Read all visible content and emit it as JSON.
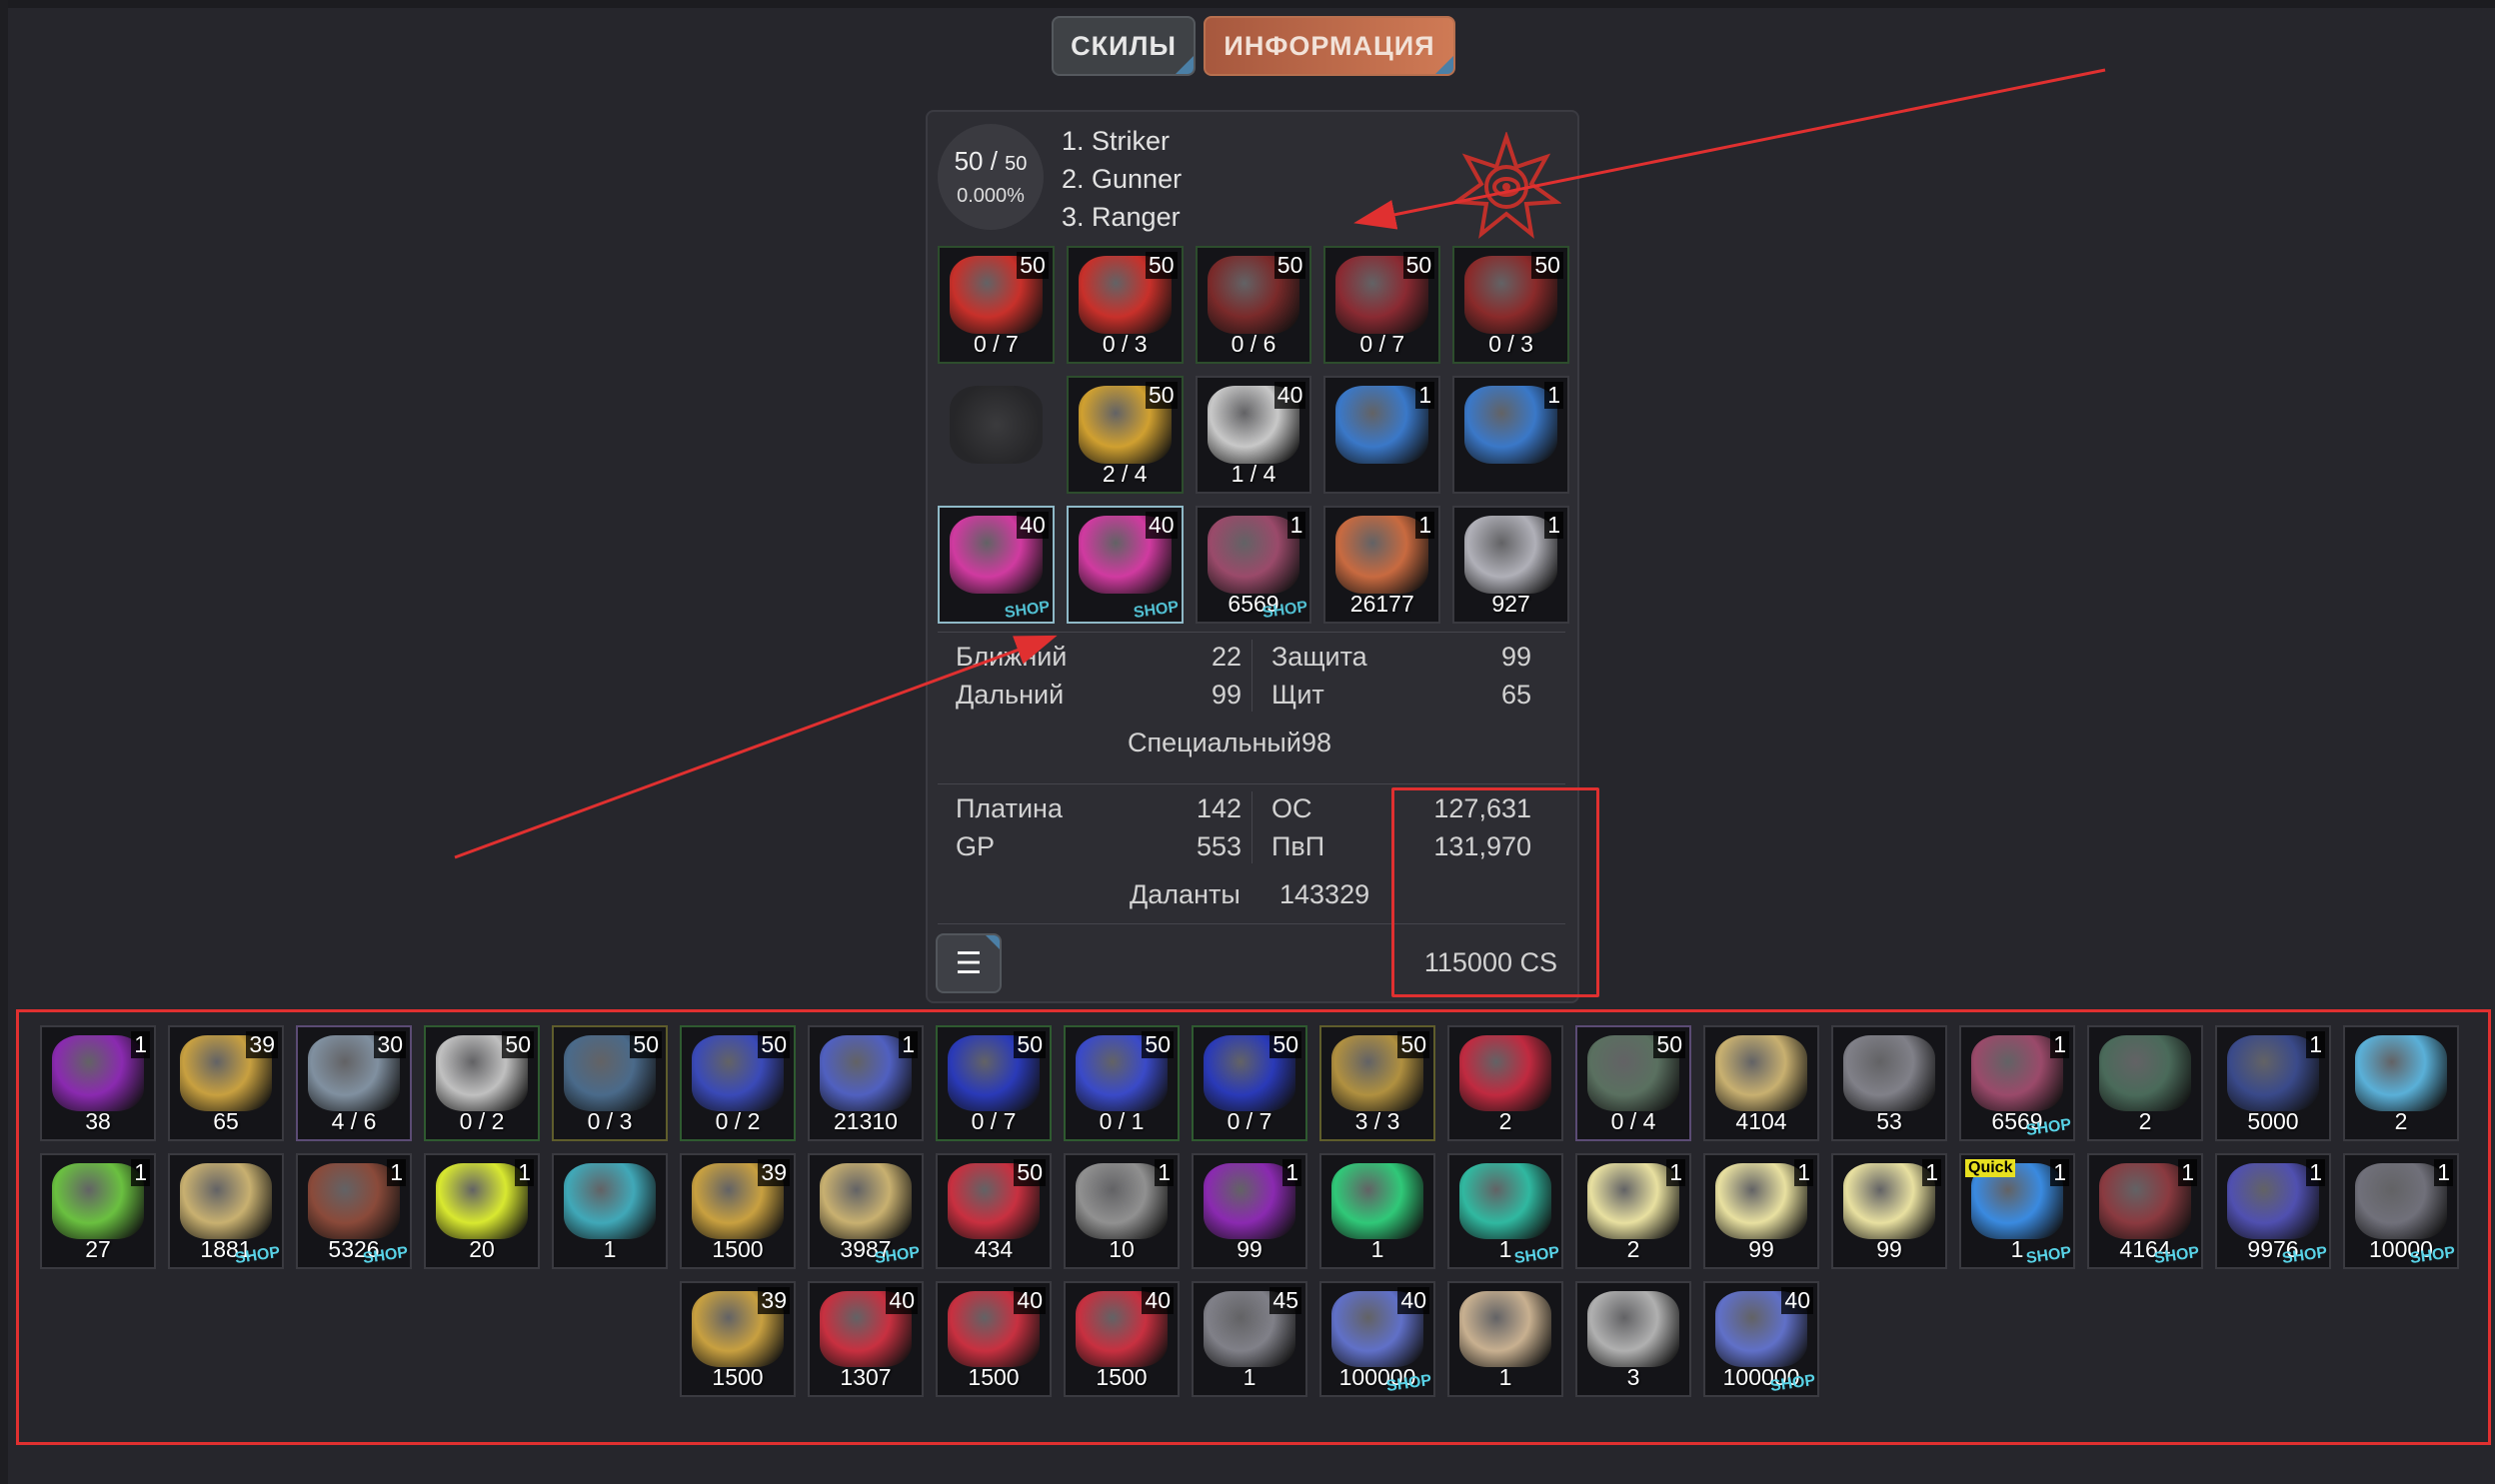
{
  "tabs": {
    "skills": "СКИЛЫ",
    "info": "ИНФОРМАЦИЯ"
  },
  "character": {
    "level": "50",
    "level_max": "50",
    "progress": "0.000%",
    "classes": [
      "1. Striker",
      "2. Gunner",
      "3. Ranger"
    ],
    "emblem_icon": "emblem-icon"
  },
  "equipment": [
    [
      {
        "lv": "50",
        "count": "0 / 7",
        "color": "#c8302a",
        "frame": "g"
      },
      {
        "lv": "50",
        "count": "0 / 3",
        "color": "#c8302a",
        "frame": "g"
      },
      {
        "lv": "50",
        "count": "0 / 6",
        "color": "#7a2a2a",
        "frame": "g"
      },
      {
        "lv": "50",
        "count": "0 / 7",
        "color": "#8a2a32",
        "frame": "g"
      },
      {
        "lv": "50",
        "count": "0 / 3",
        "color": "#8a2a2a",
        "frame": "g"
      }
    ],
    [
      {
        "lv": "",
        "count": "",
        "color": "#3a3a40",
        "frame": "empty"
      },
      {
        "lv": "50",
        "count": "2 / 4",
        "color": "#d0a030",
        "frame": "g"
      },
      {
        "lv": "40",
        "count": "1 / 4",
        "color": "#c8c8c8",
        "frame": "plain"
      },
      {
        "lv": "1",
        "count": "",
        "color": "#3a78c8",
        "frame": "plain"
      },
      {
        "lv": "1",
        "count": "",
        "color": "#3a78c8",
        "frame": "plain"
      }
    ],
    [
      {
        "lv": "40",
        "count": "",
        "color": "#d03aa0",
        "frame": "shopb",
        "shop": "SHOP"
      },
      {
        "lv": "40",
        "count": "",
        "color": "#d03aa0",
        "frame": "shopb",
        "shop": "SHOP"
      },
      {
        "lv": "1",
        "count": "6569",
        "color": "#9a4a6a",
        "frame": "plain",
        "shop": "SHOP"
      },
      {
        "lv": "1",
        "count": "26177",
        "color": "#c86a40",
        "frame": "plain"
      },
      {
        "lv": "1",
        "count": "927",
        "color": "#b0b0b8",
        "frame": "plain"
      }
    ]
  ],
  "stats": {
    "melee_label": "Ближний",
    "melee": "22",
    "ranged_label": "Дальний",
    "ranged": "99",
    "defense_label": "Защита",
    "defense": "99",
    "shield_label": "Щит",
    "shield": "65",
    "special_label": "Специальный",
    "special": "98"
  },
  "currency": {
    "platinum_label": "Платина",
    "platinum": "142",
    "gp_label": "GP",
    "gp": "553",
    "os_label": "ОС",
    "os": "127,631",
    "pvp_label": "ПвП",
    "pvp": "131,970",
    "dalanty_label": "Даланты",
    "dalanty": "143329",
    "cs": "115000 CS"
  },
  "inventory": [
    [
      {
        "lv": "1",
        "count": "38",
        "color": "#8a2ab0",
        "frame": ""
      },
      {
        "lv": "39",
        "count": "65",
        "color": "#c8a040",
        "frame": ""
      },
      {
        "lv": "30",
        "count": "4 / 6",
        "color": "#8090a0",
        "frame": "p"
      },
      {
        "lv": "50",
        "count": "0 / 2",
        "color": "#c0c0c0",
        "frame": "g"
      },
      {
        "lv": "50",
        "count": "0 / 3",
        "color": "#4a6a8a",
        "frame": "y"
      },
      {
        "lv": "50",
        "count": "0 / 2",
        "color": "#3a4ab8",
        "frame": "g"
      },
      {
        "lv": "1",
        "count": "21310",
        "color": "#5060c0",
        "frame": ""
      },
      {
        "lv": "50",
        "count": "0 / 7",
        "color": "#2a3ab8",
        "frame": "g"
      },
      {
        "lv": "50",
        "count": "0 / 1",
        "color": "#3a4ac8",
        "frame": "g"
      },
      {
        "lv": "50",
        "count": "0 / 7",
        "color": "#2a3ab8",
        "frame": "g"
      },
      {
        "lv": "50",
        "count": "3 / 3",
        "color": "#b09040",
        "frame": "y"
      },
      {
        "lv": "",
        "count": "2",
        "color": "#c02a40",
        "frame": ""
      },
      {
        "lv": "50",
        "count": "0 / 4",
        "color": "#5a7060",
        "frame": "p"
      },
      {
        "lv": "",
        "count": "4104",
        "color": "#c8b070",
        "frame": ""
      },
      {
        "lv": "",
        "count": "53",
        "color": "#808088",
        "frame": ""
      },
      {
        "lv": "1",
        "count": "6569",
        "color": "#9a4a6a",
        "frame": "",
        "shop": "SHOP"
      },
      {
        "lv": "",
        "count": "2",
        "color": "#4a6a5a",
        "frame": ""
      },
      {
        "lv": "1",
        "count": "5000",
        "color": "#3a4a8a",
        "frame": ""
      },
      {
        "lv": "",
        "count": "2",
        "color": "#5ab0d8",
        "frame": ""
      }
    ],
    [
      {
        "lv": "1",
        "count": "27",
        "color": "#6ac040",
        "frame": ""
      },
      {
        "lv": "",
        "count": "1881",
        "color": "#c8b070",
        "frame": "",
        "shop": "SHOP"
      },
      {
        "lv": "1",
        "count": "5326",
        "color": "#8a4a3a",
        "frame": "",
        "shop": "SHOP"
      },
      {
        "lv": "1",
        "count": "20",
        "color": "#d8e830",
        "frame": ""
      },
      {
        "lv": "",
        "count": "1",
        "color": "#40a8b8",
        "frame": ""
      },
      {
        "lv": "39",
        "count": "1500",
        "color": "#c8a040",
        "frame": ""
      },
      {
        "lv": "",
        "count": "3987",
        "color": "#c8b070",
        "frame": "",
        "shop": "SHOP"
      },
      {
        "lv": "50",
        "count": "434",
        "color": "#c83040",
        "frame": ""
      },
      {
        "lv": "1",
        "count": "10",
        "color": "#909090",
        "frame": ""
      },
      {
        "lv": "1",
        "count": "99",
        "color": "#8a2ab0",
        "frame": ""
      },
      {
        "lv": "",
        "count": "1",
        "color": "#30c878",
        "frame": ""
      },
      {
        "lv": "",
        "count": "1",
        "color": "#30b8a0",
        "frame": "",
        "shop": "SHOP"
      },
      {
        "lv": "1",
        "count": "2",
        "color": "#e8e0a0",
        "frame": ""
      },
      {
        "lv": "1",
        "count": "99",
        "color": "#e8e0a0",
        "frame": ""
      },
      {
        "lv": "1",
        "count": "99",
        "color": "#e8e0a0",
        "frame": ""
      },
      {
        "lv": "1",
        "count": "1",
        "color": "#3a8ae0",
        "frame": "",
        "shop": "SHOP",
        "badge": "Quick"
      },
      {
        "lv": "1",
        "count": "4164",
        "color": "#8a3a40",
        "frame": "",
        "shop": "SHOP"
      },
      {
        "lv": "1",
        "count": "9976",
        "color": "#5050b0",
        "frame": "",
        "shop": "SHOP"
      },
      {
        "lv": "1",
        "count": "10000",
        "color": "#70707a",
        "frame": "",
        "shop": "SHOP"
      }
    ],
    [
      {
        "lv": "39",
        "count": "1500",
        "color": "#c8a040",
        "frame": ""
      },
      {
        "lv": "40",
        "count": "1307",
        "color": "#c83040",
        "frame": ""
      },
      {
        "lv": "40",
        "count": "1500",
        "color": "#c83040",
        "frame": ""
      },
      {
        "lv": "40",
        "count": "1500",
        "color": "#c83040",
        "frame": ""
      },
      {
        "lv": "45",
        "count": "1",
        "color": "#808088",
        "frame": ""
      },
      {
        "lv": "40",
        "count": "100000",
        "color": "#6070c8",
        "frame": "",
        "shop": "SHOP"
      },
      {
        "lv": "",
        "count": "1",
        "color": "#c8b090",
        "frame": ""
      },
      {
        "lv": "",
        "count": "3",
        "color": "#b0b0b0",
        "frame": ""
      },
      {
        "lv": "40",
        "count": "100000",
        "color": "#6070c8",
        "frame": "",
        "shop": "SHOP"
      }
    ]
  ]
}
